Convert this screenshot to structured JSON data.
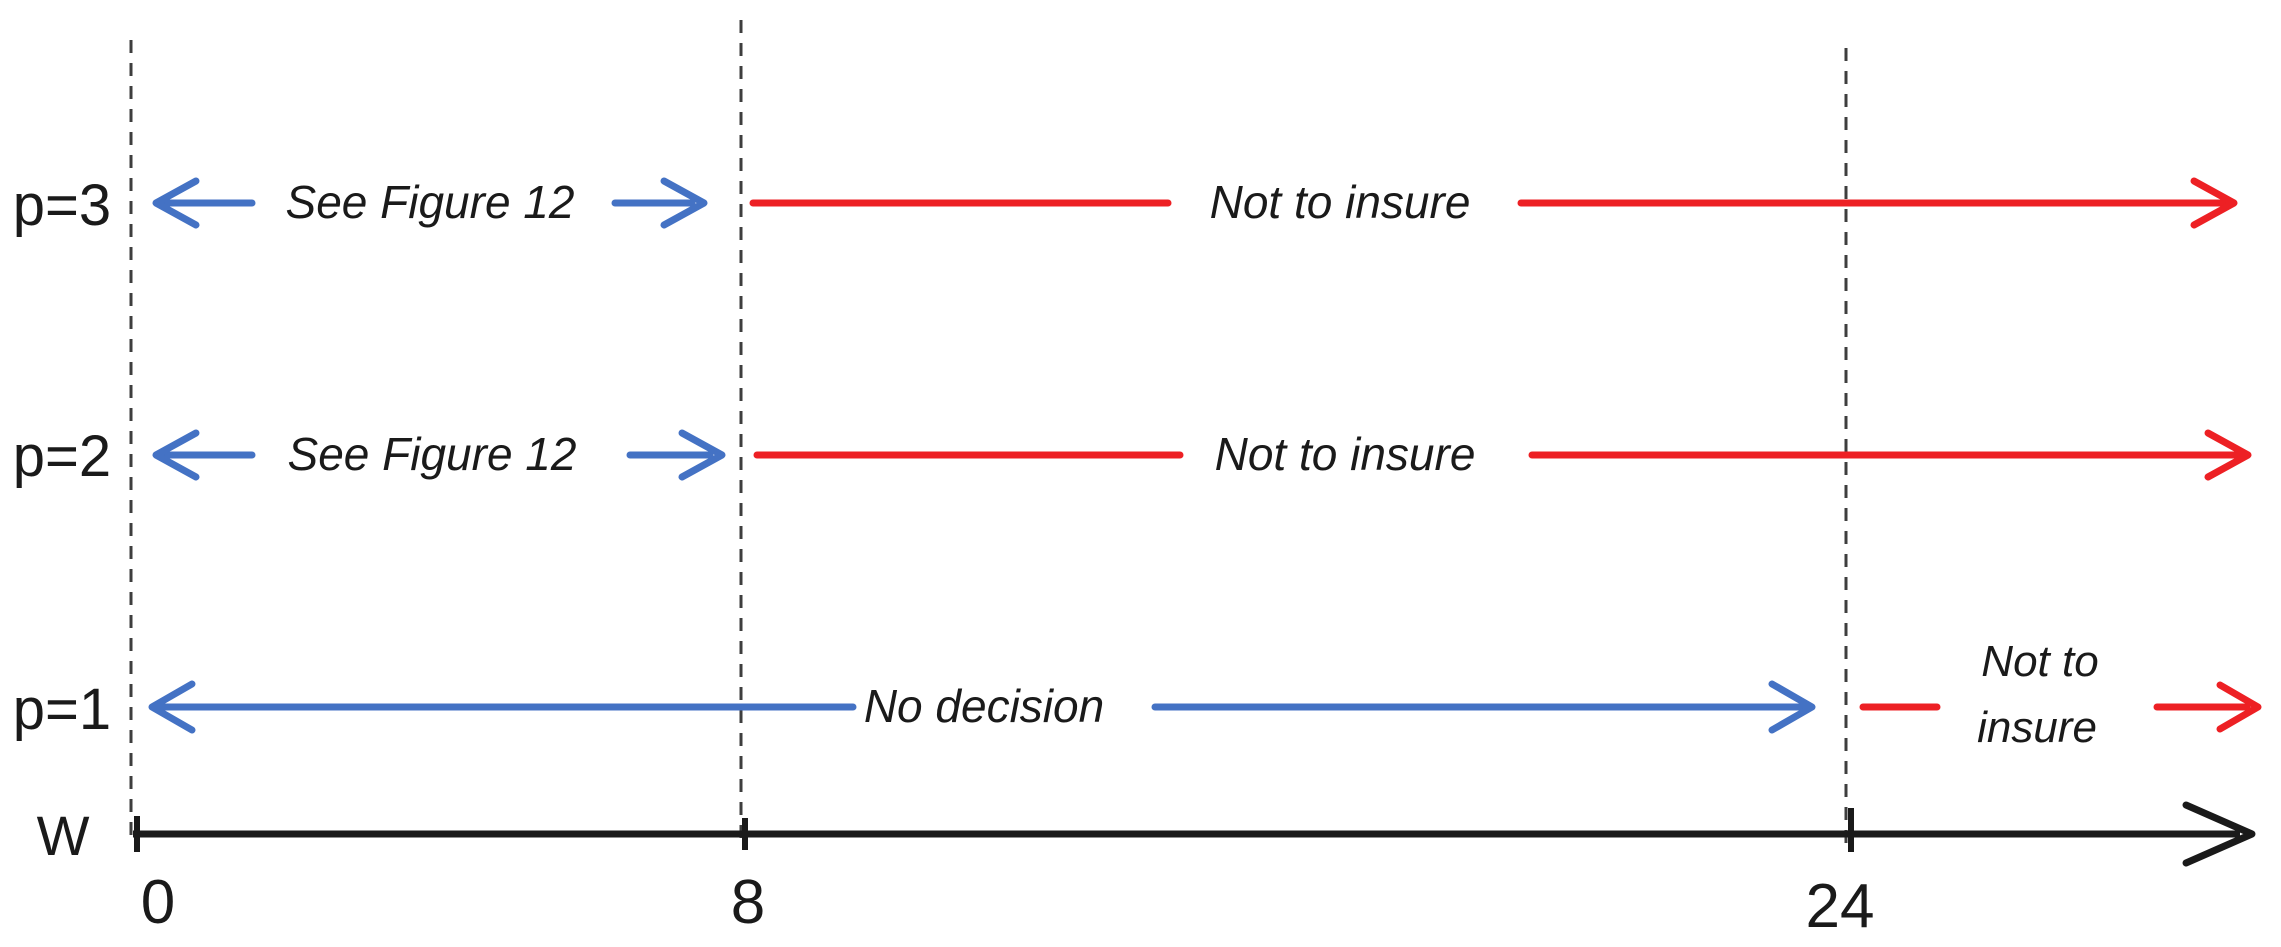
{
  "colors": {
    "blue_arrow": "#4472c4",
    "red_arrow": "#ed2024",
    "axis_black": "#1a1a1a",
    "dashed_gray": "#3e3e3e",
    "background": "#ffffff"
  },
  "axis": {
    "label": "W",
    "tick_labels": [
      "0",
      "8",
      "24"
    ]
  },
  "rows": [
    {
      "label": "p=3",
      "blue_text": "See Figure 12",
      "blue_span": "0–8",
      "red_text": "Not to insure",
      "red_span": "8–∞"
    },
    {
      "label": "p=2",
      "blue_text": "See Figure 12",
      "blue_span": "0–8",
      "red_text": "Not to insure",
      "red_span": "8–∞"
    },
    {
      "label": "p=1",
      "blue_text": "No decision",
      "blue_span": "0–24",
      "red_text_lines": [
        "Not to",
        "insure"
      ],
      "red_span": "24–∞"
    }
  ]
}
